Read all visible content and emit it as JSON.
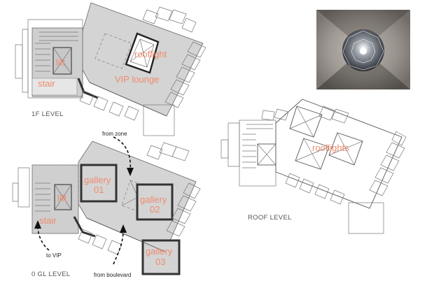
{
  "labels": {
    "level_1f": "1F LEVEL",
    "level_0gl": "0 GL LEVEL",
    "level_roof": "ROOF LEVEL"
  },
  "rooms_1f": {
    "lift": "lift",
    "stair": "stair",
    "rooflight": "rooflight",
    "vip": "VIP lounge"
  },
  "rooms_gl": {
    "lift": "lift",
    "stair": "stair",
    "gallery01_line1": "gallery",
    "gallery01_line2": "01",
    "gallery02_line1": "gallery",
    "gallery02_line2": "02",
    "gallery03_line1": "gallery",
    "gallery03_line2": "03"
  },
  "rooms_roof": {
    "rooflights": "rooflights"
  },
  "annotations": {
    "from_zone": "from zone",
    "from_boulevard": "from boulevard",
    "to_vip": "to VIP"
  },
  "colors": {
    "room_label": "#f08a6e",
    "floor_fill": "#d4d4d4",
    "wall": "#333333"
  }
}
